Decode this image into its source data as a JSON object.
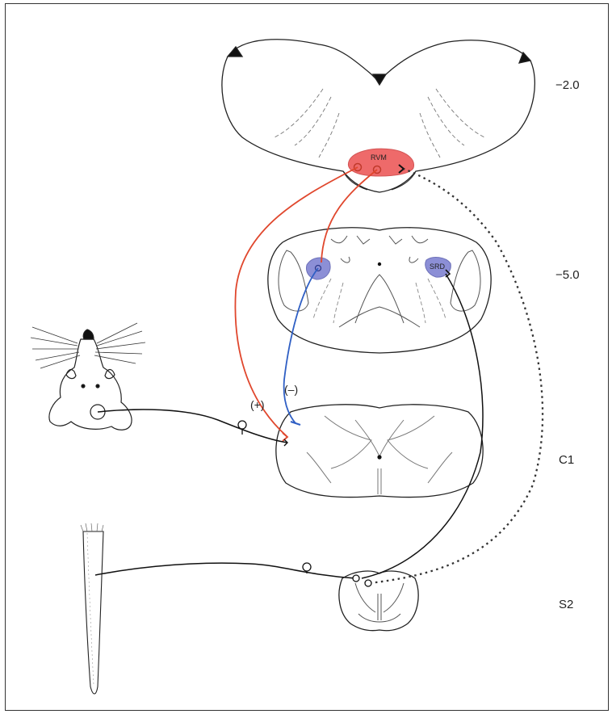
{
  "levels": {
    "lvl1": "−2.0",
    "lvl2": "−5.0",
    "lvl3": "C1",
    "lvl4": "S2"
  },
  "regions": {
    "rvm": "RVM",
    "srd": "SRD"
  },
  "signs": {
    "plus": "(+)",
    "minus": "(–)"
  },
  "colors": {
    "rvm_fill": "#ee6a6a",
    "srd_fill": "#8c8fd6",
    "excitatory_path": "#e0472d",
    "inhibitory_path": "#2f5fc4",
    "neuron_path": "#111111"
  }
}
